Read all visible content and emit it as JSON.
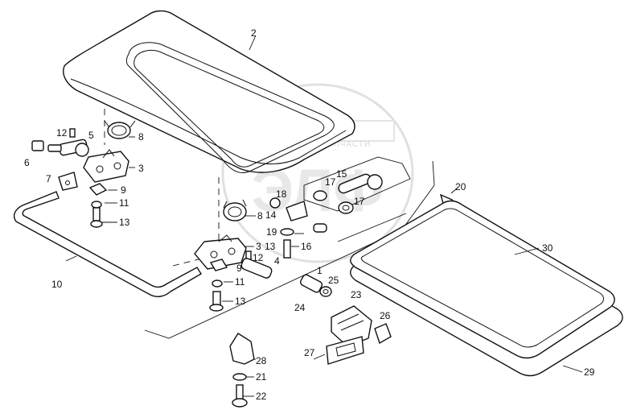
{
  "watermark": {
    "logo": "ЭЛФ",
    "text": "ТЕХНИКА И ЗАПЧАСТИ"
  },
  "callouts": [
    {
      "id": "c2",
      "label": "2"
    },
    {
      "id": "c12a",
      "label": "12"
    },
    {
      "id": "c5",
      "label": "5"
    },
    {
      "id": "c8a",
      "label": "8"
    },
    {
      "id": "c6",
      "label": "6"
    },
    {
      "id": "c3a",
      "label": "3"
    },
    {
      "id": "c7",
      "label": "7"
    },
    {
      "id": "c9a",
      "label": "9"
    },
    {
      "id": "c11a",
      "label": "11"
    },
    {
      "id": "c13a",
      "label": "13"
    },
    {
      "id": "c10",
      "label": "10"
    },
    {
      "id": "c15",
      "label": "15"
    },
    {
      "id": "c17a",
      "label": "17"
    },
    {
      "id": "c17b",
      "label": "17"
    },
    {
      "id": "c18",
      "label": "18"
    },
    {
      "id": "c14",
      "label": "14"
    },
    {
      "id": "c8b",
      "label": "8"
    },
    {
      "id": "c20",
      "label": "20"
    },
    {
      "id": "c19",
      "label": "19"
    },
    {
      "id": "c16",
      "label": "16"
    },
    {
      "id": "c3b",
      "label": "3"
    },
    {
      "id": "c13b",
      "label": "13"
    },
    {
      "id": "c12b",
      "label": "12"
    },
    {
      "id": "c4",
      "label": "4"
    },
    {
      "id": "c9b",
      "label": "9"
    },
    {
      "id": "c1",
      "label": "1"
    },
    {
      "id": "c11b",
      "label": "11"
    },
    {
      "id": "c25",
      "label": "25"
    },
    {
      "id": "c13c",
      "label": "13"
    },
    {
      "id": "c24",
      "label": "24"
    },
    {
      "id": "c23",
      "label": "23"
    },
    {
      "id": "c30",
      "label": "30"
    },
    {
      "id": "c26",
      "label": "26"
    },
    {
      "id": "c27",
      "label": "27"
    },
    {
      "id": "c28",
      "label": "28"
    },
    {
      "id": "c21",
      "label": "21"
    },
    {
      "id": "c22",
      "label": "22"
    },
    {
      "id": "c29",
      "label": "29"
    }
  ]
}
